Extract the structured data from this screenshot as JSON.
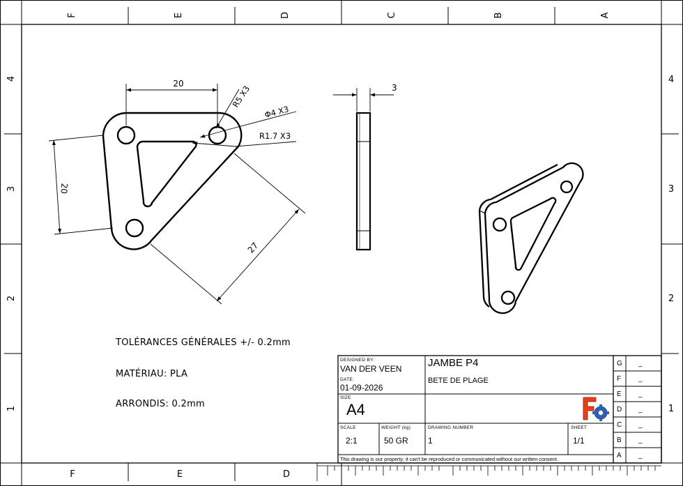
{
  "frame": {
    "top_letters": [
      "F",
      "E",
      "D",
      "C",
      "B",
      "A"
    ],
    "bottom_letters": [
      "F",
      "E",
      "D"
    ],
    "side_numbers": [
      "4",
      "3",
      "2",
      "1"
    ]
  },
  "dimensions": {
    "top_width": "20",
    "left_height": "20",
    "slant_length": "27",
    "corner_radius": "R5  X3",
    "hole_diameter": "Φ4  X3",
    "inner_radius": "R1.7  X3",
    "thickness": "3"
  },
  "notes": {
    "tolerances": "TOLÉRANCES GÉNÉRALES +/- 0.2mm",
    "material": "MATÉRIAU: PLA",
    "fillets": "ARRONDIS: 0.2mm"
  },
  "title_block": {
    "designed_by_label": "DESIGNED BY:",
    "designed_by": "VAN DER VEEN",
    "date_label": "DATE:",
    "date": "01-09-2026",
    "title": "JAMBE P4",
    "subtitle": "BETE DE PLAGE",
    "size_label": "SIZE",
    "size": "A4",
    "scale_label": "SCALE",
    "scale": "2:1",
    "weight_label": "WEIGHT (kg)",
    "weight": "50 GR",
    "drawing_number_label": "DRAWING NUMBER",
    "drawing_number": "1",
    "sheet_label": "SHEET",
    "sheet": "1/1",
    "disclaimer": "This drawing is our property; it can't be reproduced or communicated without our written consent.",
    "revisions": [
      {
        "letter": "G",
        "value": "_"
      },
      {
        "letter": "F",
        "value": "_"
      },
      {
        "letter": "E",
        "value": "_"
      },
      {
        "letter": "D",
        "value": "_"
      },
      {
        "letter": "C",
        "value": "_"
      },
      {
        "letter": "B",
        "value": "_"
      },
      {
        "letter": "A",
        "value": "_"
      }
    ]
  },
  "colors": {
    "logo_red": "#e8411a",
    "logo_blue": "#2f5fb6"
  },
  "icons": [
    "freecad-logo-icon"
  ]
}
